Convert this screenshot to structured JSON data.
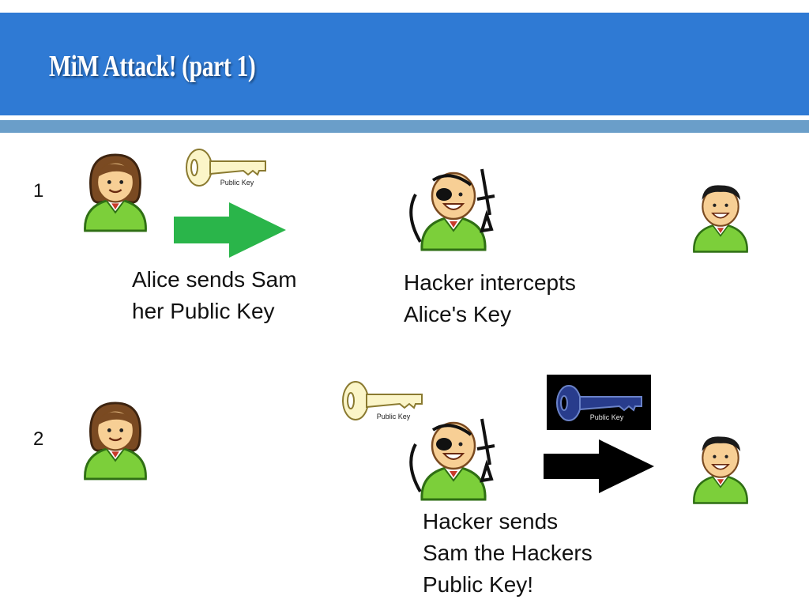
{
  "slide": {
    "title": "MiM Attack! (part 1)"
  },
  "colors": {
    "header": "#2f7ad4",
    "stripe": "#6a9ec9",
    "arrow_send": "#2ab54a",
    "arrow_hacker": "#000000",
    "key_public": "#fbf5c8",
    "key_hacker": "#283c8c"
  },
  "step1": {
    "number": "1",
    "key_label": "Public Key",
    "caption_left": [
      "Alice sends Sam",
      "her Public Key"
    ],
    "caption_right": [
      "Hacker intercepts",
      "Alice's Key"
    ]
  },
  "step2": {
    "number": "2",
    "key_label": "Public Key",
    "hacker_key_label": "Public Key",
    "caption": [
      "Hacker sends",
      "Sam the Hackers",
      "Public Key!"
    ]
  },
  "icons": {
    "alice": "alice-avatar-icon",
    "hacker": "hacker-avatar-icon",
    "sam": "sam-avatar-icon",
    "key": "key-icon",
    "arrow": "right-arrow-icon"
  }
}
